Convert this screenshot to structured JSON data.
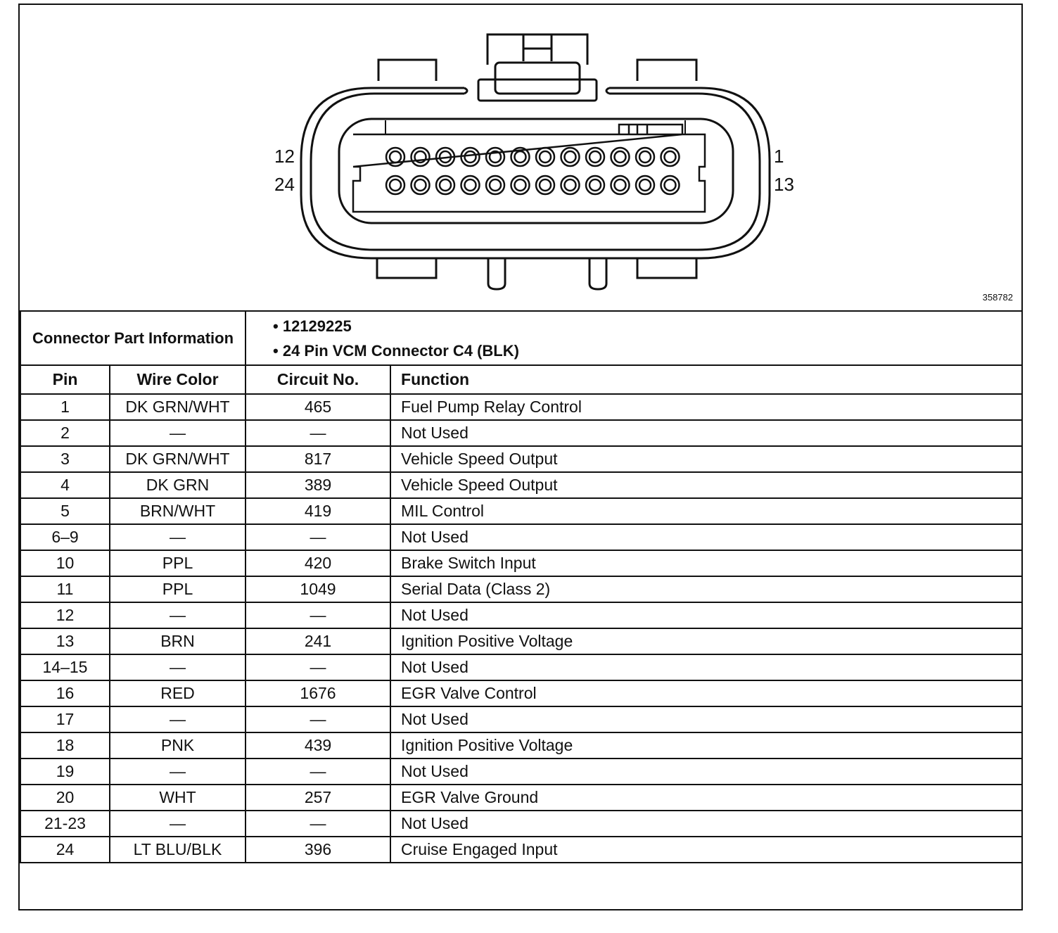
{
  "diagram": {
    "pin_labels": {
      "top_left": "12",
      "bottom_left": "24",
      "top_right": "1",
      "bottom_right": "13"
    },
    "figure_id": "358782"
  },
  "connector_info": {
    "label": "Connector Part Information",
    "bullets": [
      "• 12129225",
      "• 24 Pin VCM Connector C4 (BLK)"
    ]
  },
  "table": {
    "headers": [
      "Pin",
      "Wire Color",
      "Circuit No.",
      "Function"
    ],
    "rows": [
      [
        "1",
        "DK GRN/WHT",
        "465",
        "Fuel Pump Relay Control"
      ],
      [
        "2",
        "—",
        "—",
        "Not Used"
      ],
      [
        "3",
        "DK GRN/WHT",
        "817",
        "Vehicle Speed Output"
      ],
      [
        "4",
        "DK GRN",
        "389",
        "Vehicle Speed Output"
      ],
      [
        "5",
        "BRN/WHT",
        "419",
        "MIL Control"
      ],
      [
        "6–9",
        "—",
        "—",
        "Not Used"
      ],
      [
        "10",
        "PPL",
        "420",
        "Brake Switch Input"
      ],
      [
        "11",
        "PPL",
        "1049",
        "Serial Data (Class 2)"
      ],
      [
        "12",
        "—",
        "—",
        "Not Used"
      ],
      [
        "13",
        "BRN",
        "241",
        "Ignition Positive Voltage"
      ],
      [
        "14–15",
        "—",
        "—",
        "Not Used"
      ],
      [
        "16",
        "RED",
        "1676",
        "EGR Valve Control"
      ],
      [
        "17",
        "—",
        "—",
        "Not Used"
      ],
      [
        "18",
        "PNK",
        "439",
        "Ignition Positive Voltage"
      ],
      [
        "19",
        "—",
        "—",
        "Not Used"
      ],
      [
        "20",
        "WHT",
        "257",
        "EGR Valve Ground"
      ],
      [
        "21-23",
        "—",
        "—",
        "Not Used"
      ],
      [
        "24",
        "LT BLU/BLK",
        "396",
        "Cruise Engaged Input"
      ]
    ]
  }
}
